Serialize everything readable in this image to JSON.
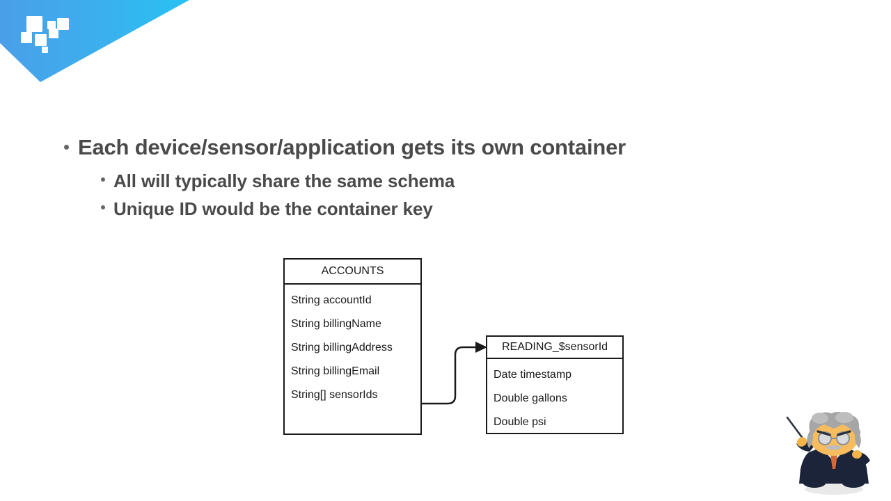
{
  "slide": {
    "brand": {
      "logo_name": "squares-logo",
      "gradient_from": "#4a9fe8",
      "gradient_to": "#27c2f2"
    },
    "text_color": "#4a4a4a",
    "bullets": [
      {
        "level": 1,
        "text": "Each device/sensor/application gets its own container",
        "children": [
          {
            "level": 2,
            "text": "All will typically share the same schema"
          },
          {
            "level": 2,
            "text": "Unique ID would be the container key"
          }
        ]
      }
    ]
  },
  "diagram": {
    "type": "entity-relationship",
    "stroke_color": "#1a1a1a",
    "entities": [
      {
        "id": "accounts",
        "title": "ACCOUNTS",
        "fields": [
          "String accountId",
          "String billingName",
          "String billingAddress",
          "String billingEmail",
          "String[] sensorIds"
        ]
      },
      {
        "id": "reading",
        "title": "READING_$sensorId",
        "fields": [
          "Date timestamp",
          "Double gallons",
          "Double psi"
        ]
      }
    ],
    "relationship": {
      "from": "accounts",
      "to": "reading",
      "arrow": "one-to-many"
    }
  },
  "character": {
    "name": "professor-mascot",
    "hair_color": "#a6a6a6",
    "skin_color": "#f5b44a",
    "suit_color": "#1b2438",
    "tie_color": "#d4693a"
  }
}
